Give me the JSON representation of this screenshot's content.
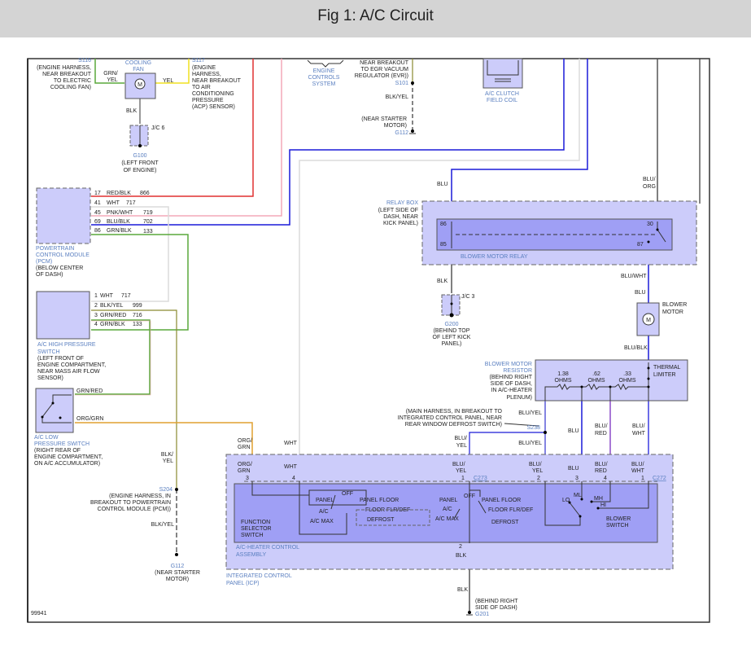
{
  "page": {
    "title": "Fig 1: A/C Circuit"
  },
  "diagram": {
    "figure_number": "99941",
    "components": {
      "cooling_fan": {
        "name": "COOLING FAN",
        "wire_in": "GRN/ YEL",
        "wire_out": "YEL",
        "ground_wire": "BLK",
        "symbol": "M"
      },
      "s116": {
        "id": "S116",
        "desc": [
          "(ENGINE HARNESS,",
          "NEAR BREAKOUT",
          "TO ELECTRIC",
          "COOLING FAN)"
        ]
      },
      "s117": {
        "id": "S117",
        "desc": [
          "(ENGINE",
          "HARNESS,",
          "NEAR BREAKOUT",
          "TO AIR",
          "CONDITIONING",
          "PRESSURE",
          "(ACP) SENSOR)"
        ]
      },
      "jc6": {
        "id": "J/C 6"
      },
      "g100": {
        "id": "G100",
        "desc": [
          "(LEFT FRONT",
          "OF ENGINE)"
        ]
      },
      "engine_controls": {
        "name": [
          "ENGINE",
          "CONTROLS",
          "SYSTEM"
        ]
      },
      "s101": {
        "id": "S101",
        "desc": [
          "NEAR BREAKOUT",
          "TO EGR VACUUM",
          "REGULATOR (EVR))"
        ],
        "wire": "BLK/YEL"
      },
      "g112_top": {
        "id": "G112",
        "desc": [
          "(NEAR STARTER",
          "MOTOR)"
        ]
      },
      "clutch": {
        "name": [
          "A/C CLUTCH",
          "FIELD COIL"
        ]
      },
      "pcm": {
        "name": [
          "POWERTRAIN",
          "CONTROL MODULE",
          "(PCM)"
        ],
        "location": [
          "(BELOW CENTER",
          "OF DASH)"
        ],
        "pins": [
          {
            "pin": "17",
            "color": "RED/BLK",
            "circuit": "866"
          },
          {
            "pin": "41",
            "color": "WHT",
            "circuit": "717"
          },
          {
            "pin": "45",
            "color": "PNK/WHT",
            "circuit": "719"
          },
          {
            "pin": "69",
            "color": "BLU/BLK",
            "circuit": "702"
          },
          {
            "pin": "86",
            "color": "GRN/BLK",
            "circuit": "133"
          }
        ]
      },
      "high_pressure_switch": {
        "name": [
          "A/C HIGH PRESSURE",
          "SWITCH"
        ],
        "location": [
          "(LEFT FRONT OF",
          "ENGINE COMPARTMENT,",
          "NEAR MASS AIR FLOW",
          "SENSOR)"
        ],
        "pins": [
          {
            "pin": "1",
            "color": "WHT",
            "circuit": "717"
          },
          {
            "pin": "2",
            "color": "BLK/YEL",
            "circuit": "999"
          },
          {
            "pin": "3",
            "color": "GRN/RED",
            "circuit": "716"
          },
          {
            "pin": "4",
            "color": "GRN/BLK",
            "circuit": "133"
          }
        ]
      },
      "low_pressure_switch": {
        "name": [
          "A/C LOW",
          "PRESSURE SWITCH"
        ],
        "location": [
          "(RIGHT REAR OF",
          "ENGINE COMPARTMENT,",
          "ON A/C ACCUMULATOR)"
        ],
        "wires": [
          "GRN/RED",
          "ORG/GRN"
        ]
      },
      "s204": {
        "id": "S204",
        "desc": [
          "(ENGINE HARNESS, IN",
          "BREAKOUT TO POWERTRAIN",
          "CONTROL MODULE (PCM))"
        ],
        "wire_top": "BLK/ YEL",
        "wire_bottom": "BLK/YEL"
      },
      "g112_bottom": {
        "id": "G112",
        "desc": [
          "(NEAR STARTER",
          "MOTOR)"
        ]
      },
      "relay_box": {
        "name": "RELAY BOX",
        "location": [
          "(LEFT SIDE OF",
          "DASH, NEAR",
          "KICK PANEL)"
        ],
        "relay": "BLOWER MOTOR RELAY",
        "pins": {
          "p86": "86",
          "p85": "85",
          "p30": "30",
          "p87": "87"
        },
        "wire_in_left": "BLU",
        "wire_in_right": "BLU/ ORG",
        "wire_out_left": "BLK",
        "wire_out_right": "BLU/WHT"
      },
      "jc3": {
        "id": "J/C 3"
      },
      "g200": {
        "id": "G200",
        "desc": [
          "(BEHIND TOP",
          "OF LEFT KICK",
          "PANEL)"
        ]
      },
      "blower_motor": {
        "name": [
          "BLOWER",
          "MOTOR"
        ],
        "wire_in": "BLU",
        "wire_out": "BLU/BLK",
        "symbol": "M"
      },
      "resistor": {
        "name": [
          "BLOWER MOTOR",
          "RESISTOR"
        ],
        "location": [
          "(BEHIND RIGHT",
          "SIDE OF DASH,",
          "IN A/C-HEATER",
          "PLENUM)"
        ],
        "values": [
          {
            "ohms": "1.38",
            "unit": "OHMS"
          },
          {
            "ohms": ".62",
            "unit": "OHMS"
          },
          {
            "ohms": ".33",
            "unit": "OHMS"
          }
        ],
        "limiter": [
          "THERMAL",
          "LIMITER"
        ]
      },
      "s238": {
        "id": "S238",
        "desc": [
          "(MAIN HARNESS, IN BREAKOUT TO",
          "INTEGRATED CONTROL PANEL, NEAR",
          "REAR WINDOW DEFROST SWITCH)"
        ],
        "wire_top": "BLU/YEL",
        "wire_bottom": "BLU/YEL"
      },
      "icp": {
        "name": [
          "INTEGRATED CONTROL",
          "PANEL (ICP)"
        ],
        "assembly": [
          "A/C-HEATER CONTROL",
          "ASSEMBLY"
        ],
        "connector_c273": "C273",
        "connector_c272": "C272",
        "inputs": [
          {
            "pin": "3",
            "color": "ORG/ GRN"
          },
          {
            "pin": "4",
            "color": "WHT"
          },
          {
            "pin": "1",
            "color": "BLU/ YEL"
          },
          {
            "pin": "2",
            "color": "BLU/ YEL"
          },
          {
            "pin": "3",
            "color": "BLU"
          },
          {
            "pin": "4",
            "color": "BLU/ RED"
          },
          {
            "pin": "1",
            "color": "BLU/ WHT"
          }
        ],
        "function_switch": {
          "name": [
            "FUNCTION",
            "SELECTOR",
            "SWITCH"
          ],
          "positions": [
            "PANEL",
            "OFF",
            "PANEL FLOOR",
            "A/C",
            "FLOOR FLR/DEF",
            "A/C MAX",
            "DEFROST"
          ]
        },
        "blower_switch": {
          "name": [
            "BLOWER",
            "SWITCH"
          ],
          "positions": [
            "LO",
            "ML",
            "MH",
            "HI"
          ]
        },
        "ground_pin": "2",
        "ground_wire": "BLK"
      },
      "g201": {
        "id": "G201",
        "desc": [
          "(BEHIND RIGHT",
          "SIDE OF DASH)"
        ],
        "wire": "BLK"
      }
    },
    "wire_colors": {
      "red": "#e03030",
      "pink": "#f4a8b8",
      "blue": "#1a1ad8",
      "green": "#5aa83c",
      "yellow": "#f0e020",
      "orange": "#e0a030",
      "white": "#d8d8d8",
      "black": "#555555",
      "purple": "#8a4ac8",
      "olive": "#8a8a30",
      "box_fill": "#ccccfa",
      "box_fill_dark": "#9f9ff5",
      "label_blue": "#5a7fc0"
    }
  }
}
